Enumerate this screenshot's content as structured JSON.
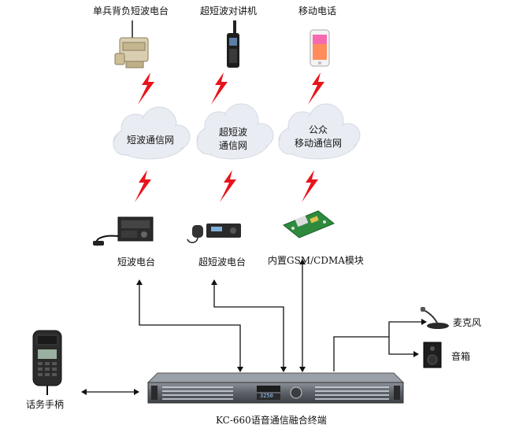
{
  "top_devices": [
    {
      "label": "单兵背负短波电台"
    },
    {
      "label": "超短波对讲机"
    },
    {
      "label": "移动电话"
    }
  ],
  "networks": [
    {
      "lines": [
        "短波通信网"
      ]
    },
    {
      "lines": [
        "超短波",
        "通信网"
      ]
    },
    {
      "lines": [
        "公众",
        "移动通信网"
      ]
    }
  ],
  "mid_devices": [
    {
      "label": "短波电台"
    },
    {
      "label": "超短波电台"
    },
    {
      "label": "内置GSM/CDMA模块"
    }
  ],
  "right_devices": [
    {
      "label": "麦克风"
    },
    {
      "label": "音箱"
    }
  ],
  "handset": {
    "label": "话务手柄"
  },
  "terminal": {
    "label": "KC-660语音通信融合终端",
    "display_text": "3250"
  },
  "colors": {
    "lightning": "#e8141c",
    "cloud": "#e9edf3",
    "line": "#111111",
    "chassis": "#5d6168"
  },
  "icons": [
    "manpack-radio-icon",
    "walkie-talkie-icon",
    "smartphone-icon",
    "hf-radio-icon",
    "vhf-radio-icon",
    "gsm-module-icon",
    "microphone-icon",
    "speaker-icon",
    "handset-icon",
    "terminal-device-icon",
    "lightning-icon",
    "cloud-icon"
  ]
}
